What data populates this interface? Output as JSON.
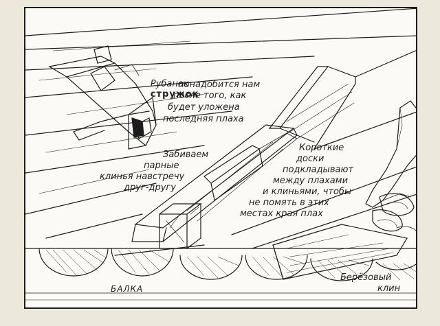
{
  "labels": {
    "rubanok_1": "Рубанок",
    "rubanok_2": "стружок",
    "rubanok_3": "понадобится нам",
    "rubanok_4": "после того, как",
    "rubanok_5": "будет уложена",
    "rubanok_6": "последняя плаха",
    "zabivaem_1": "Забиваем",
    "zabivaem_2": "парные",
    "zabivaem_3": "клинья навстречу",
    "zabivaem_4": "друг-другу",
    "korotkie_1": "Короткие",
    "korotkie_2": "доски",
    "korotkie_3": "подкладывают",
    "korotkie_4": "между плахами",
    "korotkie_5": "и клиньями, чтобы",
    "korotkie_6": "не помять в этих",
    "korotkie_7": "местах края плах",
    "balka": "БАЛКА",
    "klin_1": "Берёзовый",
    "klin_2": "клин"
  },
  "colors": {
    "ink": "#1c1c1c",
    "paper": "#fbfaf6",
    "background": "#ece8dc"
  }
}
